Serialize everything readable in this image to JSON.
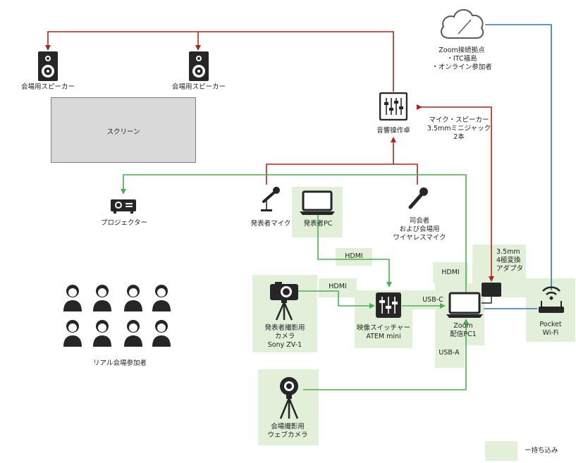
{
  "colors": {
    "audio_red": "#b0251a",
    "video_green": "#4caf50",
    "network_blue": "#2e75b6",
    "bring_in_bg": "#e2efd9",
    "icon_dark": "#262626"
  },
  "nodes": {
    "speaker_left": "会場用スピーカー",
    "speaker_right": "会場用スピーカー",
    "screen": "スクリーン",
    "cloud_lines": [
      "Zoom接続拠点",
      "・ITC福島",
      "・オンライン参加者"
    ],
    "mixer": "音響操作卓",
    "mixer_note": [
      "マイク・スピーカー",
      "3.5mmミニジャック",
      "2本"
    ],
    "projector": "プロジェクター",
    "presenter_mic": "発表者マイク",
    "presenter_pc": "発表者PC",
    "wireless_mic_lines": [
      "司会者",
      "および会場用",
      "ワイヤレスマイク"
    ],
    "adapter_lines": [
      "3.5mm",
      "4極変換",
      "アダプタ"
    ],
    "camera_lines": [
      "発表者撮影用",
      "カメラ",
      "Sony ZV-1"
    ],
    "switcher_lines": [
      "映像スイッチャー",
      "ATEM mini"
    ],
    "zoom_pc_lines": [
      "Zoom",
      "配信PC1"
    ],
    "wifi_lines": [
      "Pocket",
      "Wi-Fi"
    ],
    "webcam_lines": [
      "会場撮影用",
      "ウェブカメラ"
    ],
    "audience": "リアル会場参加者"
  },
  "connection_labels": {
    "hdmi_pc": "HDMI",
    "hdmi_camera": "HDMI",
    "hdmi_zoom": "HDMI",
    "usb_c": "USB-C",
    "usb_a": "USB-A"
  },
  "legend": {
    "text": "ー持ち込み"
  }
}
